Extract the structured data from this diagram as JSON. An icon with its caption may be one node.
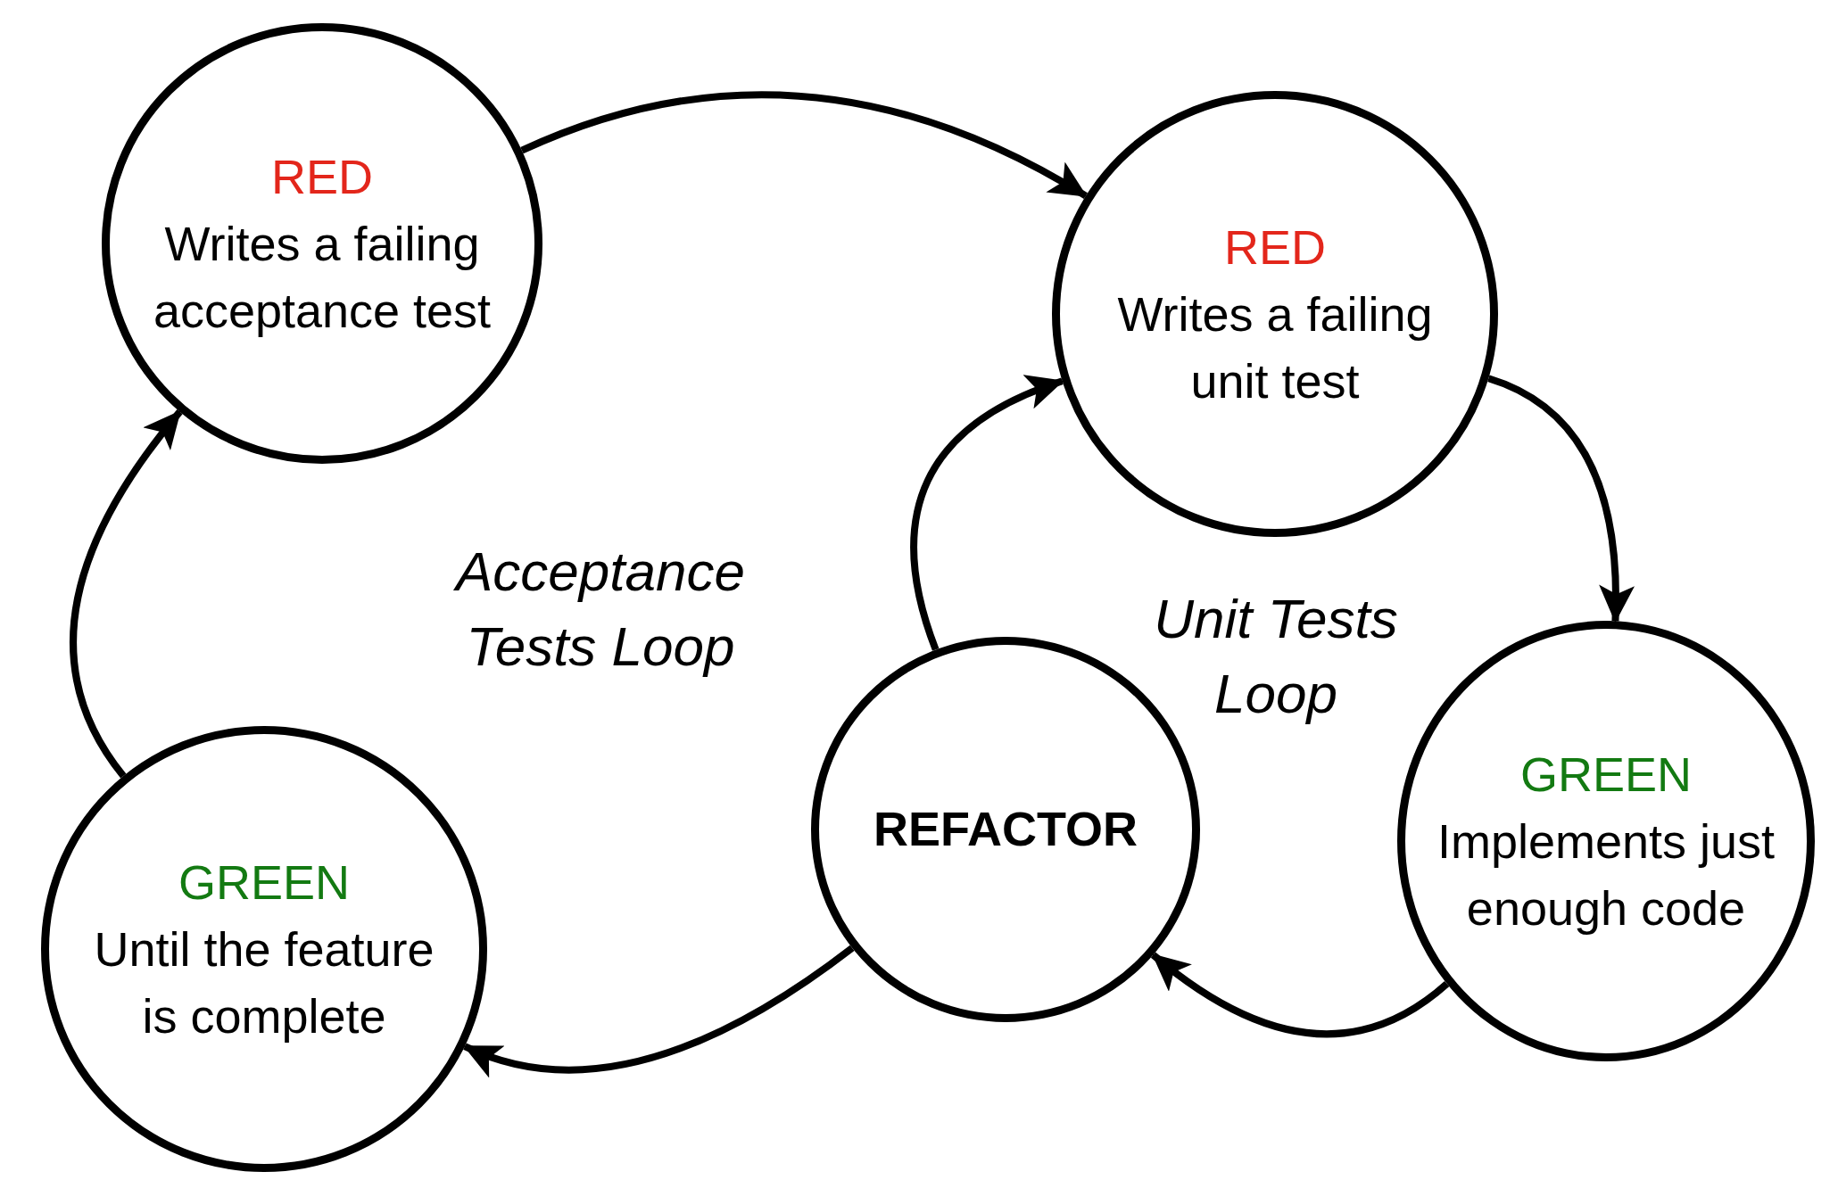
{
  "diagram": {
    "nodes": [
      {
        "text": [
          "RED",
          "Writes a failing acceptance test"
        ]
      },
      {
        "text": [
          "RED",
          "Writes a failing unit test"
        ]
      },
      {
        "text": [
          "GREEN",
          "Implements just enough code"
        ]
      },
      {
        "text": [
          "REFACTOR"
        ]
      },
      {
        "text": [
          "GREEN",
          "Until the feature is complete"
        ]
      }
    ],
    "edges": [
      {
        "from": 0,
        "to": 1,
        "arrow": "to"
      },
      {
        "from": 1,
        "to": 2,
        "arrow": "to"
      },
      {
        "from": 2,
        "to": 3,
        "arrow": "to"
      },
      {
        "from": 3,
        "to": 1,
        "arrow": "to"
      },
      {
        "from": 3,
        "to": 4,
        "arrow": "to"
      },
      {
        "from": 4,
        "to": 0,
        "arrow": "to"
      }
    ],
    "labels": [
      "Acceptance Tests Loop",
      "Unit Tests Loop"
    ]
  }
}
